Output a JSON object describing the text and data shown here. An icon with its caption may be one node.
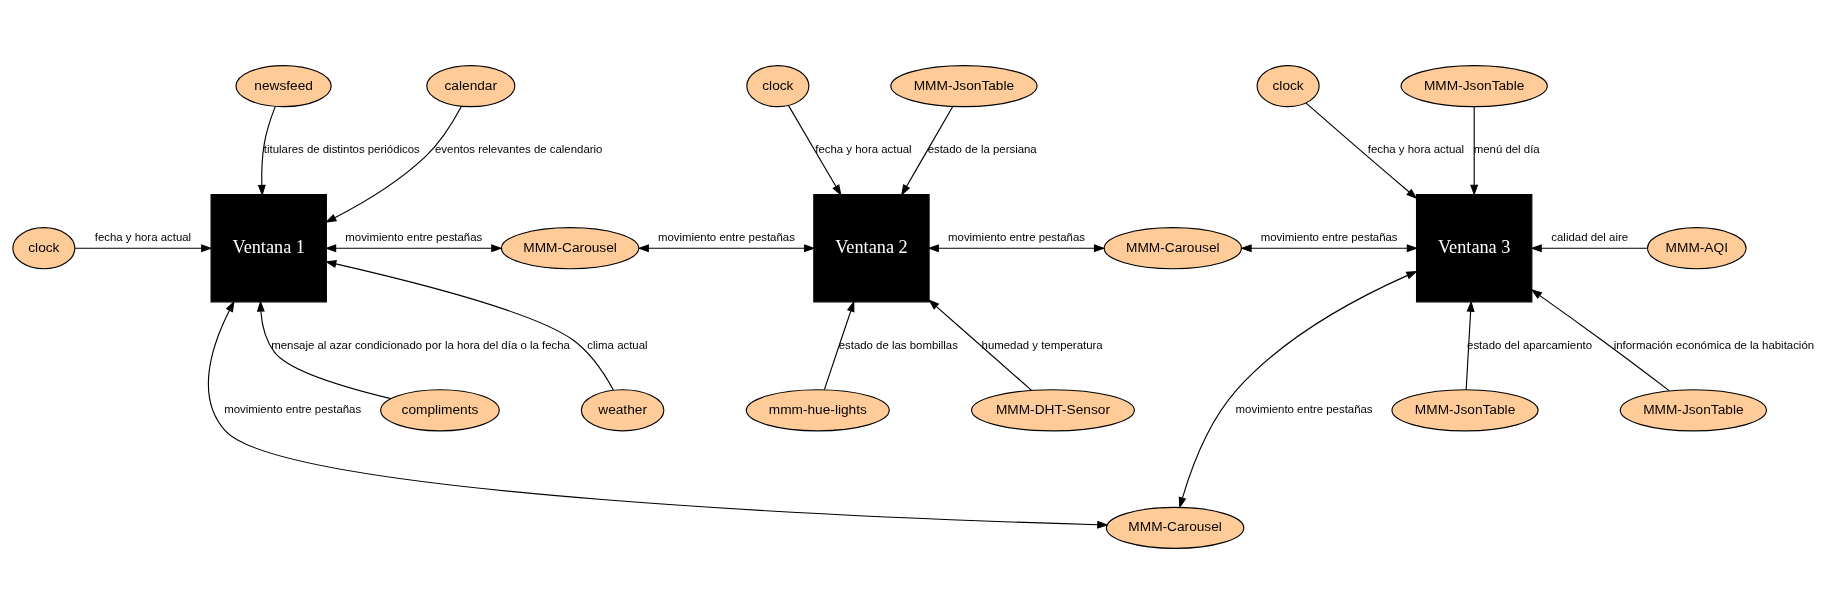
{
  "diagram": {
    "nodes": [
      {
        "text": [
          "calendar"
        ]
      },
      {
        "text": [
          "newsfeed"
        ]
      },
      {
        "text": [
          "clock"
        ]
      },
      {
        "text": [
          "compliments"
        ]
      },
      {
        "text": [
          "weather"
        ]
      },
      {
        "text": [
          "Ventana 1"
        ]
      },
      {
        "text": [
          "MMM-Carousel"
        ]
      },
      {
        "text": [
          "clock"
        ]
      },
      {
        "text": [
          "MMM-JsonTable"
        ]
      },
      {
        "text": [
          "Ventana 2"
        ]
      },
      {
        "text": [
          "mmm-hue-lights"
        ]
      },
      {
        "text": [
          "MMM-DHT-Sensor"
        ]
      },
      {
        "text": [
          "MMM-Carousel"
        ]
      },
      {
        "text": [
          "clock"
        ]
      },
      {
        "text": [
          "MMM-JsonTable"
        ]
      },
      {
        "text": [
          "Ventana 3"
        ]
      },
      {
        "text": [
          "MMM-AQI"
        ]
      },
      {
        "text": [
          "MMM-JsonTable"
        ]
      },
      {
        "text": [
          "MMM-JsonTable"
        ]
      },
      {
        "text": [
          "MMM-Carousel"
        ]
      }
    ],
    "edges": [
      {
        "from": 0,
        "to": 5,
        "arrow": "to",
        "label": "eventos relevantes de calendario"
      },
      {
        "from": 1,
        "to": 5,
        "arrow": "to",
        "label": "titulares de distintos periódicos"
      },
      {
        "from": 2,
        "to": 5,
        "arrow": "to",
        "label": "fecha y hora actual"
      },
      {
        "from": 3,
        "to": 5,
        "arrow": "to",
        "label": "mensaje al azar condicionado por la hora del día o la fecha"
      },
      {
        "from": 4,
        "to": 5,
        "arrow": "to",
        "label": "clima actual"
      },
      {
        "from": 5,
        "to": 6,
        "arrow": "both",
        "label": "movimiento entre pestañas"
      },
      {
        "from": 6,
        "to": 9,
        "arrow": "both",
        "label": "movimiento entre pestañas"
      },
      {
        "from": 7,
        "to": 9,
        "arrow": "to",
        "label": "fecha y hora actual"
      },
      {
        "from": 8,
        "to": 9,
        "arrow": "to",
        "label": "estado de la persiana"
      },
      {
        "from": 10,
        "to": 9,
        "arrow": "to",
        "label": "estado de las bombillas"
      },
      {
        "from": 11,
        "to": 9,
        "arrow": "to",
        "label": "humedad y temperatura"
      },
      {
        "from": 9,
        "to": 12,
        "arrow": "both",
        "label": "movimiento entre pestañas"
      },
      {
        "from": 12,
        "to": 15,
        "arrow": "both",
        "label": "movimiento entre pestañas"
      },
      {
        "from": 13,
        "to": 15,
        "arrow": "to",
        "label": "fecha y hora actual"
      },
      {
        "from": 14,
        "to": 15,
        "arrow": "to",
        "label": "menú del día"
      },
      {
        "from": 16,
        "to": 15,
        "arrow": "to",
        "label": "calidad del aire"
      },
      {
        "from": 17,
        "to": 15,
        "arrow": "to",
        "label": "estado del aparcamiento"
      },
      {
        "from": 18,
        "to": 15,
        "arrow": "to",
        "label": "información económica de la habitación"
      },
      {
        "from": 5,
        "to": 19,
        "arrow": "both",
        "label": "movimiento entre pestañas"
      },
      {
        "from": 15,
        "to": 19,
        "arrow": "both",
        "label": "movimiento entre pestañas"
      }
    ]
  }
}
